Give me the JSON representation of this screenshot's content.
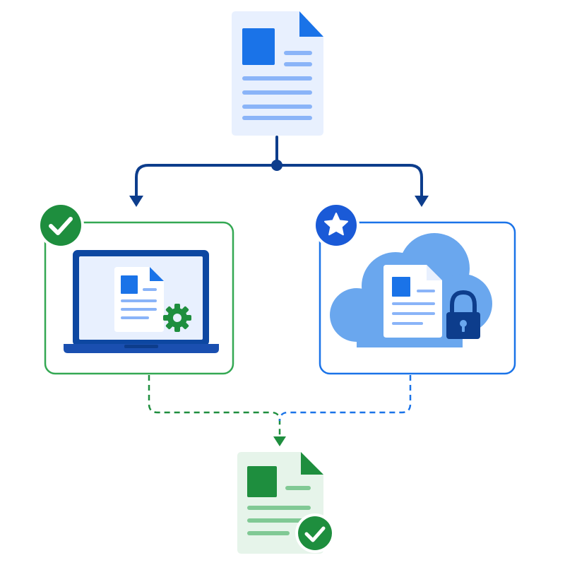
{
  "diagram": {
    "nodes": [
      {
        "id": "source-document",
        "icon": "document-icon"
      },
      {
        "id": "local-device",
        "icon": "laptop-with-document-and-gear-icon",
        "badge": "checkmark-icon"
      },
      {
        "id": "cloud-storage",
        "icon": "cloud-with-document-and-lock-icon",
        "badge": "star-icon"
      },
      {
        "id": "verified-document",
        "icon": "document-icon",
        "badge": "checkmark-icon"
      }
    ],
    "edges": [
      {
        "from": "source-document",
        "to": "local-device",
        "style": "solid"
      },
      {
        "from": "source-document",
        "to": "cloud-storage",
        "style": "solid"
      },
      {
        "from": "local-device",
        "to": "verified-document",
        "style": "dashed"
      },
      {
        "from": "cloud-storage",
        "to": "verified-document",
        "style": "dashed"
      }
    ]
  },
  "colors": {
    "navy": "#0d3d8c",
    "blue": "#1a73e8",
    "green": "#1e8e3e",
    "light_blue_fill": "#e8f0fe",
    "light_green_fill": "#e6f4ea",
    "cloud_fill": "#6aa7ee"
  }
}
